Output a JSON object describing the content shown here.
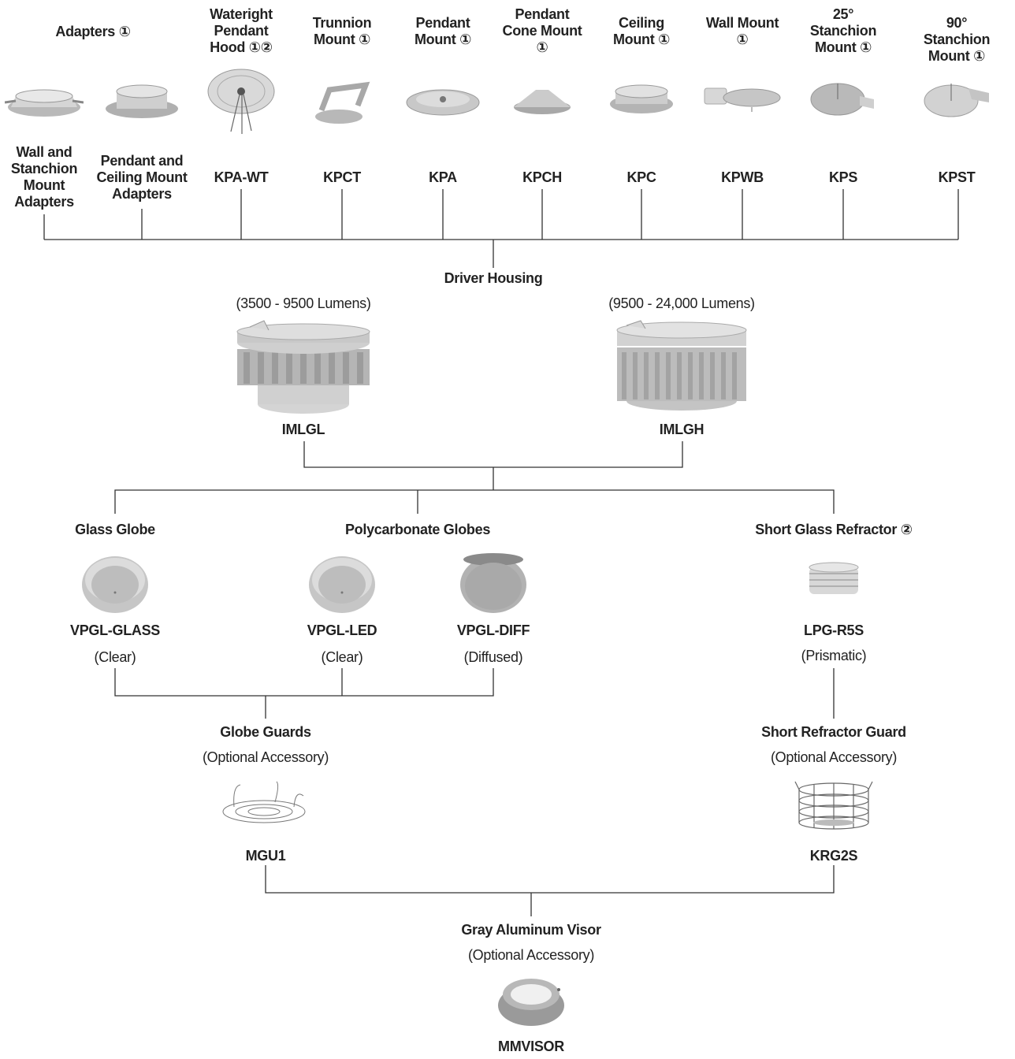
{
  "categories": [
    {
      "header": "Adapters ①",
      "code": ""
    },
    {
      "header": "Wateright\nPendant\nHood ①②",
      "code": "KPA-WT"
    },
    {
      "header": "Trunnion\nMount ①",
      "code": "KPCT"
    },
    {
      "header": "Pendant\nMount ①",
      "code": "KPA"
    },
    {
      "header": "Pendant\nCone Mount\n①",
      "code": "KPCH"
    },
    {
      "header": "Ceiling\nMount ①",
      "code": "KPC"
    },
    {
      "header": "Wall Mount\n①",
      "code": "KPWB"
    },
    {
      "header": "25°\nStanchion\nMount ①",
      "code": "KPS"
    },
    {
      "header": "90° Stanchion\nMount ①",
      "code": "KPST"
    }
  ],
  "adapters": [
    {
      "label": "Wall and\nStanchion\nMount\nAdapters"
    },
    {
      "label": "Pendant and\nCeiling Mount\nAdapters"
    }
  ],
  "driver_housing": {
    "title": "Driver Housing",
    "low": {
      "range": "(3500 - 9500 Lumens)",
      "code": "IMLGL"
    },
    "high": {
      "range": "(9500 - 24,000 Lumens)",
      "code": "IMLGH"
    }
  },
  "globes": {
    "glass_title": "Glass Globe",
    "poly_title": "Polycarbonate Globes",
    "refractor_title": "Short Glass Refractor ②",
    "items": [
      {
        "code": "VPGL-GLASS",
        "desc": "(Clear)"
      },
      {
        "code": "VPGL-LED",
        "desc": "(Clear)"
      },
      {
        "code": "VPGL-DIFF",
        "desc": "(Diffused)"
      },
      {
        "code": "LPG-R5S",
        "desc": "(Prismatic)"
      }
    ]
  },
  "guards": {
    "globe": {
      "title": "Globe Guards",
      "sub": "(Optional Accessory)",
      "code": "MGU1"
    },
    "refractor": {
      "title": "Short Refractor Guard",
      "sub": "(Optional Accessory)",
      "code": "KRG2S"
    }
  },
  "visor": {
    "title": "Gray Aluminum Visor",
    "sub": "(Optional Accessory)",
    "code": "MMVISOR"
  },
  "colors": {
    "line": "#333333",
    "part": "#c4c4c4",
    "part_dark": "#8e8e8e",
    "part_light": "#e2e2e2"
  }
}
